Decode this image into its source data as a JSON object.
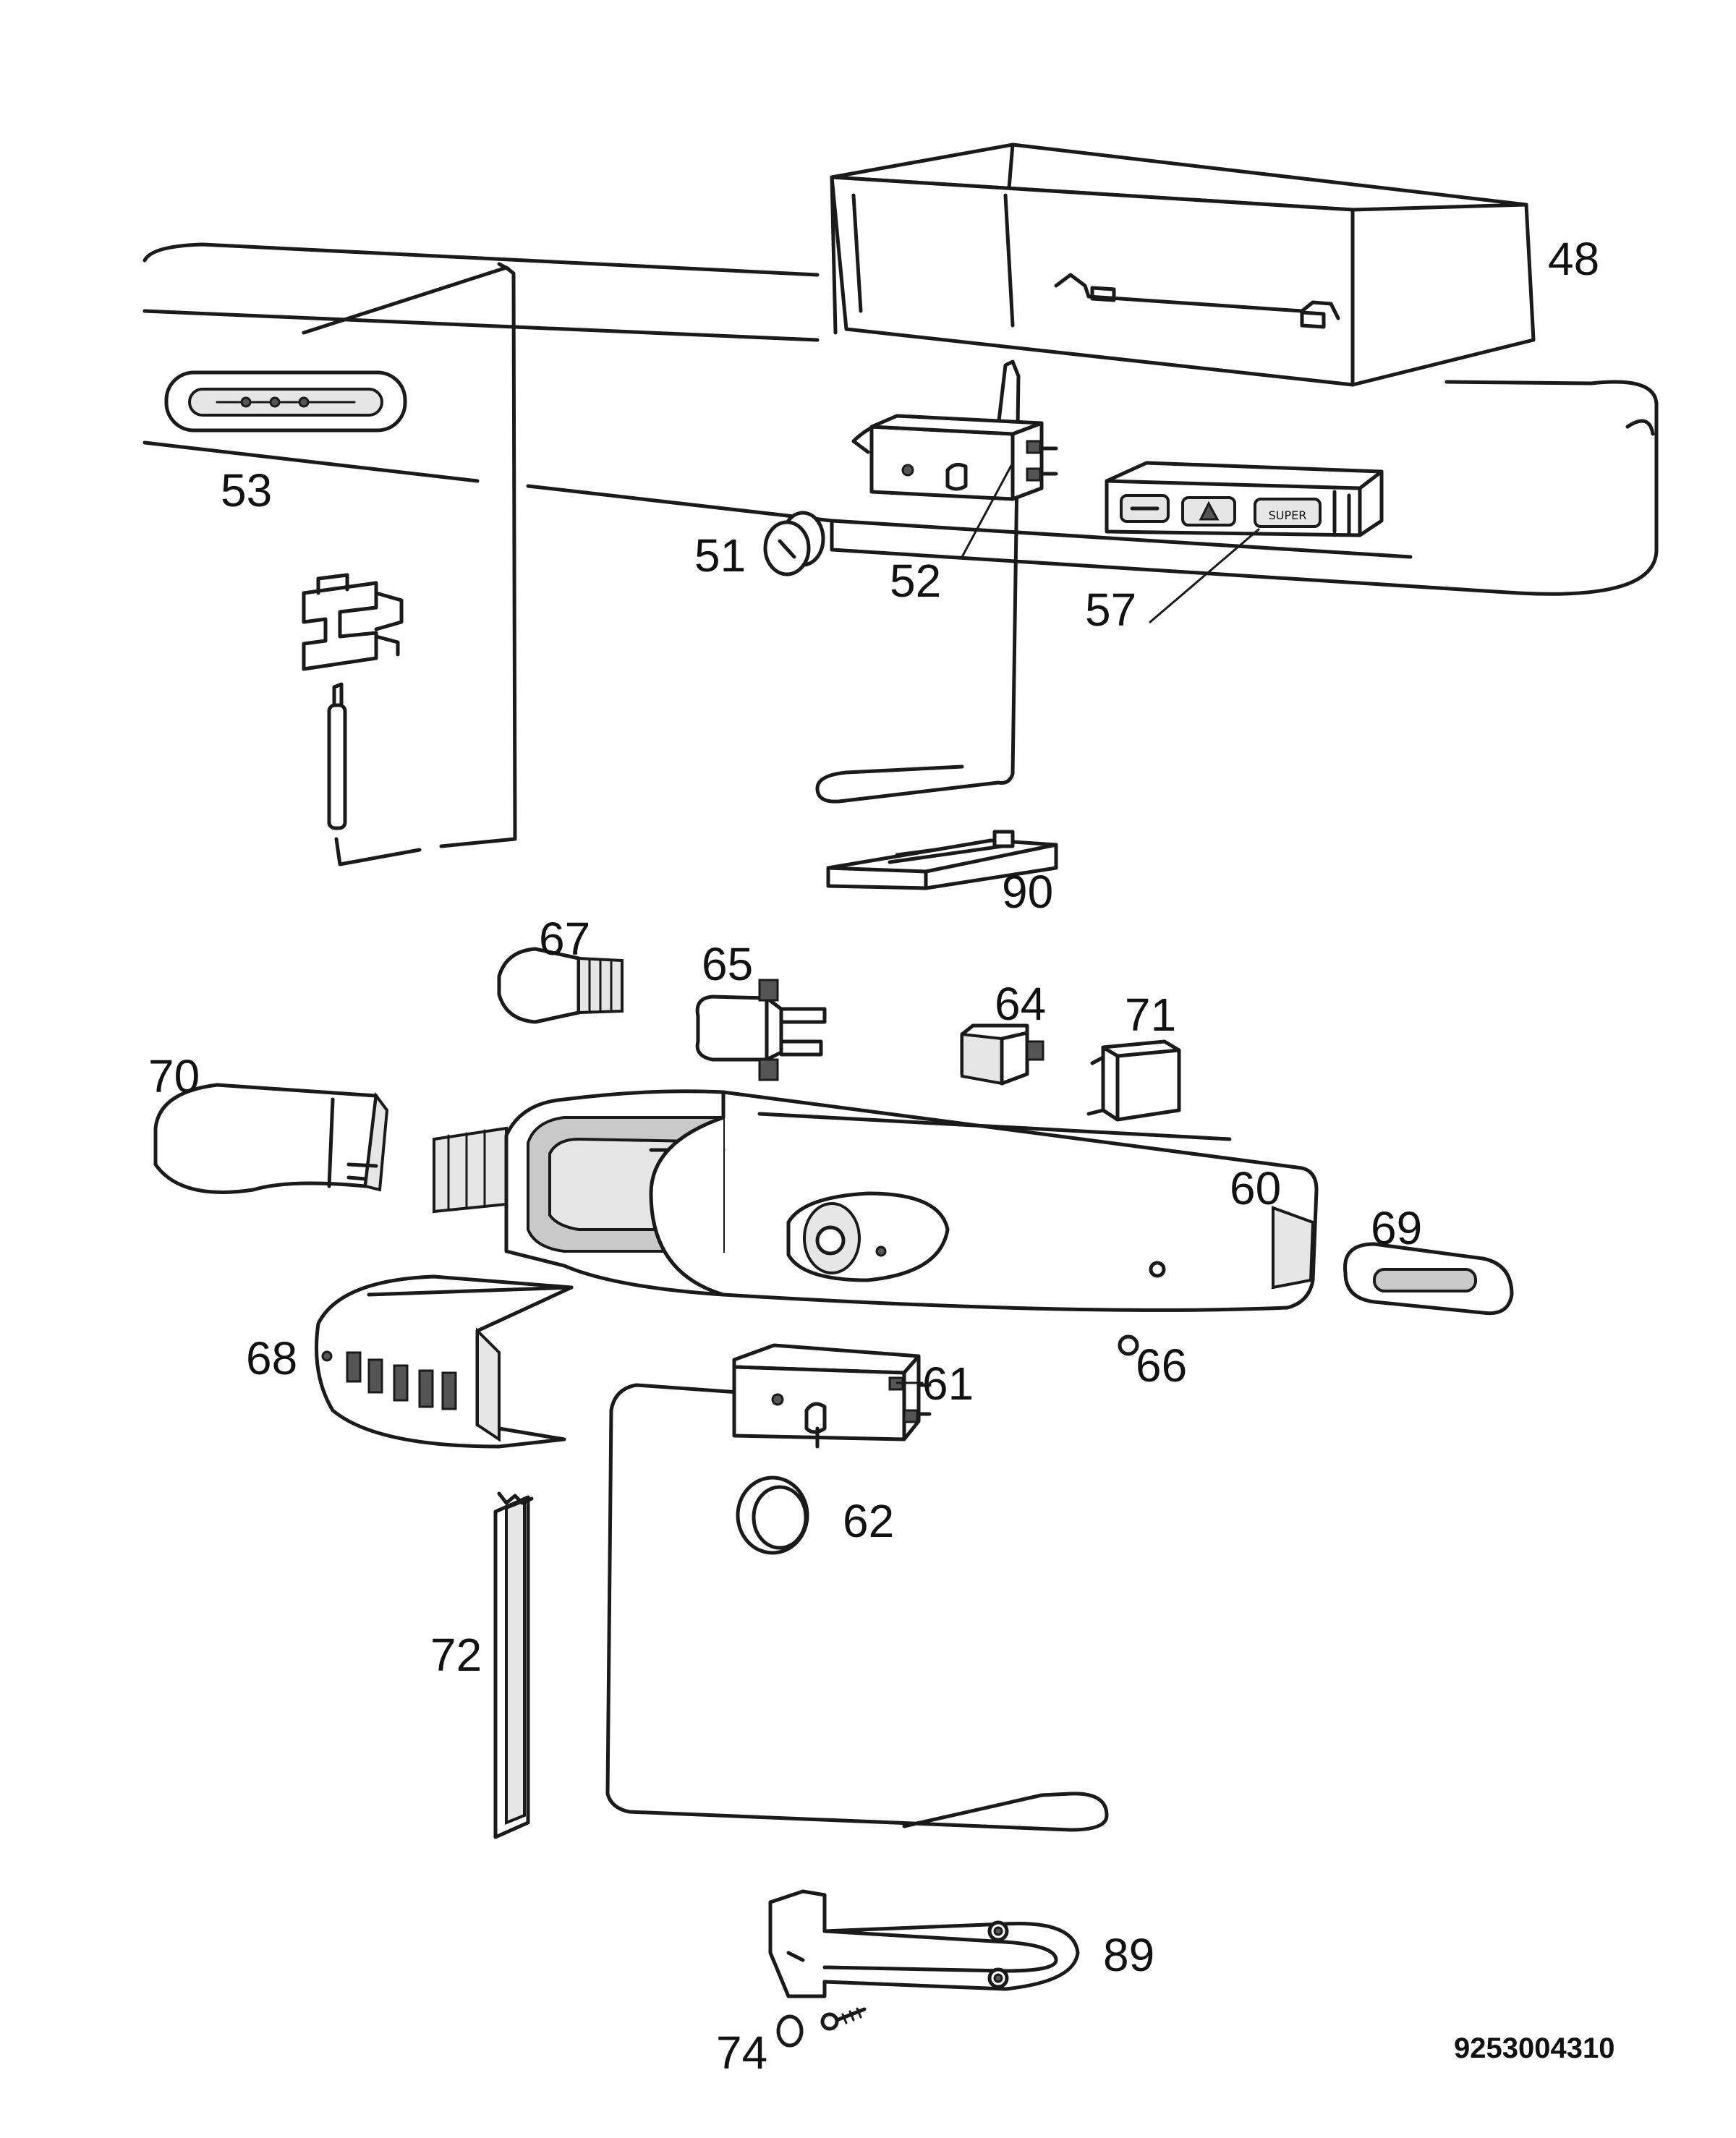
{
  "document_code": "9253004310",
  "parts": [
    {
      "id": "p48",
      "label": "48"
    },
    {
      "id": "p53",
      "label": "53"
    },
    {
      "id": "p51",
      "label": "51"
    },
    {
      "id": "p52",
      "label": "52"
    },
    {
      "id": "p57",
      "label": "57"
    },
    {
      "id": "p90",
      "label": "90"
    },
    {
      "id": "p67",
      "label": "67"
    },
    {
      "id": "p65",
      "label": "65"
    },
    {
      "id": "p64",
      "label": "64"
    },
    {
      "id": "p71",
      "label": "71"
    },
    {
      "id": "p70",
      "label": "70"
    },
    {
      "id": "p60",
      "label": "60"
    },
    {
      "id": "p69",
      "label": "69"
    },
    {
      "id": "p68",
      "label": "68"
    },
    {
      "id": "p66",
      "label": "66"
    },
    {
      "id": "p61",
      "label": "61"
    },
    {
      "id": "p62",
      "label": "62"
    },
    {
      "id": "p72",
      "label": "72"
    },
    {
      "id": "p89",
      "label": "89"
    },
    {
      "id": "p74",
      "label": "74"
    }
  ],
  "panel_buttons": [
    "",
    "",
    "SUPER"
  ]
}
